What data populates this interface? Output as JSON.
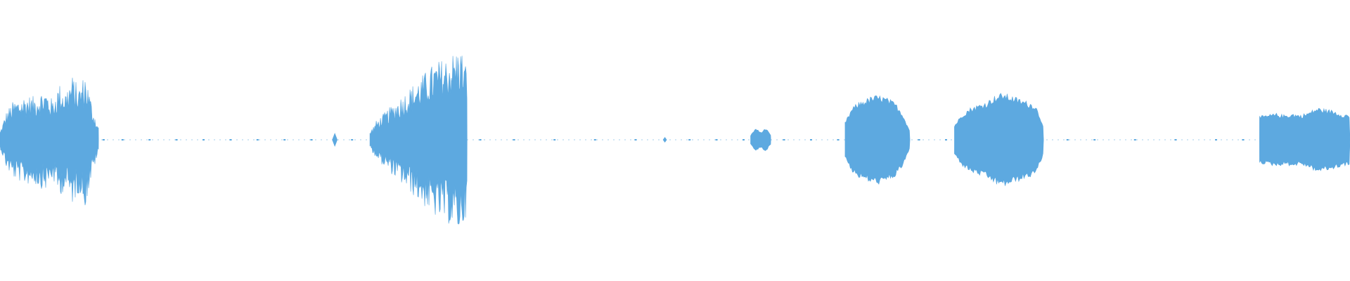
{
  "waveform": {
    "color": "#5DA9E0",
    "background": "#FFFFFF",
    "silence_color": "#5DA9E0",
    "segments": [
      {
        "start": 0.0,
        "end": 0.073,
        "envelope": [
          0.05,
          0.18,
          0.24,
          0.26,
          0.28,
          0.27,
          0.3,
          0.31,
          0.25,
          0.35,
          0.31,
          0.4,
          0.33,
          0.42,
          0.22,
          0.08
        ],
        "style": "spiky"
      },
      {
        "start": 0.246,
        "end": 0.25,
        "envelope": [
          0.01,
          0.05,
          0.03
        ],
        "style": "blip"
      },
      {
        "start": 0.274,
        "end": 0.346,
        "envelope": [
          0.05,
          0.12,
          0.16,
          0.2,
          0.24,
          0.28,
          0.32,
          0.36,
          0.4,
          0.44,
          0.48,
          0.5,
          0.52,
          0.55,
          0.58,
          0.45
        ],
        "style": "spiky"
      },
      {
        "start": 0.491,
        "end": 0.494,
        "envelope": [
          0.01,
          0.02,
          0.01
        ],
        "style": "blip"
      },
      {
        "start": 0.556,
        "end": 0.571,
        "envelope": [
          0.03,
          0.08,
          0.05,
          0.08,
          0.03
        ],
        "style": "smooth"
      },
      {
        "start": 0.626,
        "end": 0.674,
        "envelope": [
          0.12,
          0.22,
          0.26,
          0.28,
          0.3,
          0.3,
          0.28,
          0.25,
          0.18,
          0.06
        ],
        "style": "smooth"
      },
      {
        "start": 0.707,
        "end": 0.773,
        "envelope": [
          0.1,
          0.18,
          0.22,
          0.24,
          0.26,
          0.3,
          0.32,
          0.3,
          0.28,
          0.26,
          0.24,
          0.1
        ],
        "style": "smooth"
      },
      {
        "start": 0.933,
        "end": 1.0,
        "envelope": [
          0.16,
          0.17,
          0.18,
          0.17,
          0.18,
          0.17,
          0.19,
          0.22,
          0.21,
          0.2,
          0.18,
          0.17
        ],
        "style": "smooth"
      }
    ],
    "baseline_ticks": [
      0.076,
      0.09,
      0.11,
      0.13,
      0.15,
      0.17,
      0.19,
      0.21,
      0.23,
      0.26,
      0.355,
      0.38,
      0.41,
      0.44,
      0.47,
      0.51,
      0.53,
      0.55,
      0.58,
      0.6,
      0.62,
      0.68,
      0.7,
      0.79,
      0.81,
      0.84,
      0.87,
      0.9,
      0.92
    ]
  }
}
